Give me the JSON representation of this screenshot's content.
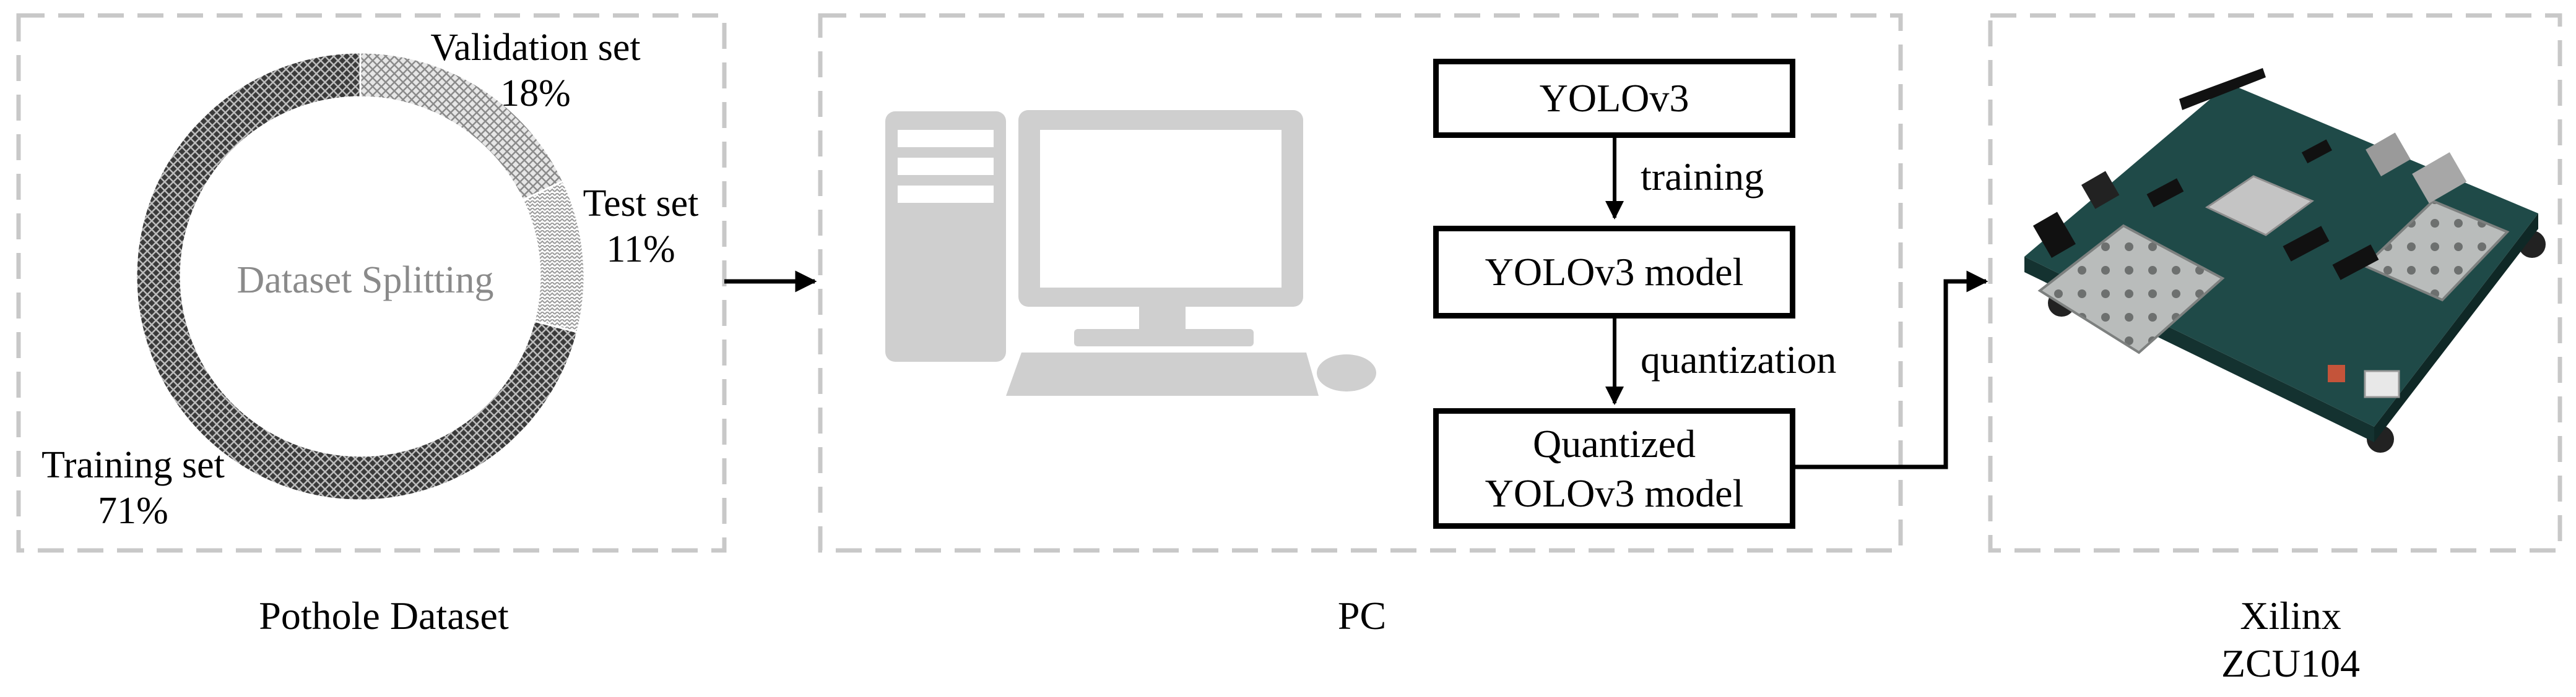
{
  "panels": {
    "dataset": {
      "caption": "Pothole Dataset",
      "center_label": "Dataset Splitting"
    },
    "pc": {
      "caption": "PC"
    },
    "board": {
      "caption_line1": "Xilinx",
      "caption_line2": "ZCU104"
    }
  },
  "chart_data": {
    "type": "pie",
    "title": "Dataset Splitting",
    "donut": true,
    "slices": [
      {
        "name": "Validation set",
        "value": 18,
        "label": "18%",
        "pattern": "crosshatch-light"
      },
      {
        "name": "Test set",
        "value": 11,
        "label": "11%",
        "pattern": "zigzag"
      },
      {
        "name": "Training set",
        "value": 71,
        "label": "71%",
        "pattern": "crosshatch-dark"
      }
    ]
  },
  "flow": {
    "box1": "YOLOv3",
    "arrow1": "training",
    "box2": "YOLOv3 model",
    "arrow2": "quantization",
    "box3_line1": "Quantized",
    "box3_line2": "YOLOv3 model"
  },
  "icons": {
    "pc": "desktop-computer-icon",
    "board": "fpga-board-image"
  },
  "colors": {
    "panel_border": "#c8c8c8",
    "pc_icon": "#cfcfcf",
    "chart_dark": "#3a3a3a",
    "board_pcb": "#1f4a48"
  }
}
